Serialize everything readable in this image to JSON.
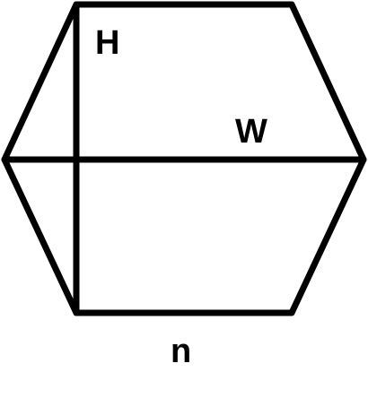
{
  "diagram": {
    "labels": {
      "height": "H",
      "width": "W",
      "side": "n"
    },
    "colors": {
      "line": "#000000",
      "background": "#ffffff"
    }
  }
}
